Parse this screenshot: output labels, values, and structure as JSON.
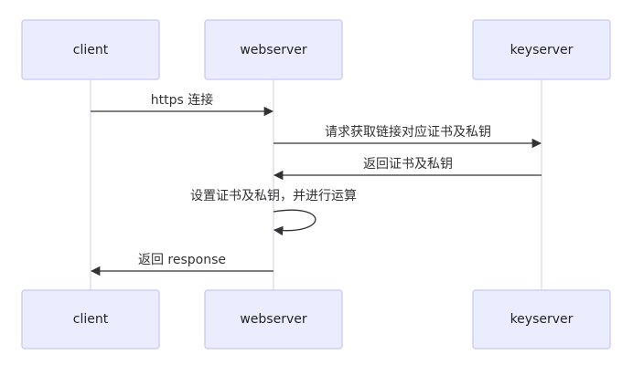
{
  "participants": [
    {
      "id": "client",
      "label": "client"
    },
    {
      "id": "webserver",
      "label": "webserver"
    },
    {
      "id": "keyserver",
      "label": "keyserver"
    }
  ],
  "messages": [
    {
      "from": "client",
      "to": "webserver",
      "label": "https 连接"
    },
    {
      "from": "webserver",
      "to": "keyserver",
      "label": "请求获取链接对应证书及私钥"
    },
    {
      "from": "keyserver",
      "to": "webserver",
      "label": "返回证书及私钥"
    },
    {
      "from": "webserver",
      "to": "webserver",
      "label": "设置证书及私钥，并进行运算"
    },
    {
      "from": "webserver",
      "to": "client",
      "label": "返回 response"
    }
  ],
  "colors": {
    "actor_fill": "#ececff",
    "actor_border": "#cccff8",
    "lifeline": "#d8d8e8",
    "message": "#333333"
  }
}
